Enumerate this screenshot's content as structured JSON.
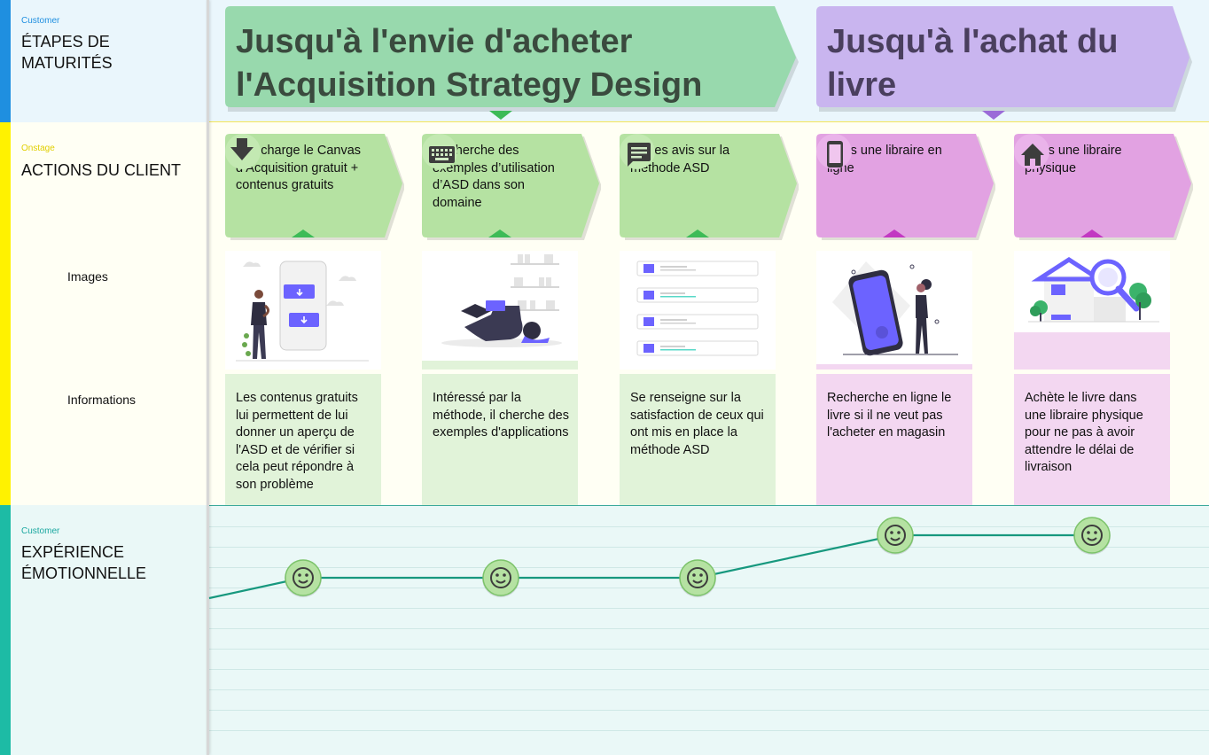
{
  "lanes": {
    "stages": {
      "tag": "Customer",
      "title": "ÉTAPES DE MATURITÉS",
      "tag_color": "#1f8fe0"
    },
    "actions": {
      "tag": "Onstage",
      "title": "ACTIONS DU CLIENT",
      "tag_color": "#e1cf00",
      "sub_images": "Images",
      "sub_info": "Informations"
    },
    "emotion": {
      "tag": "Customer",
      "title": "EXPÉRIENCE ÉMOTIONNELLE",
      "tag_color": "#1aa7a0"
    }
  },
  "stages": [
    {
      "title": "Jusqu'à l'envie d'acheter l'Acquisition Strategy Design",
      "color": "#98d9ad",
      "text_color": "#3a4a3e",
      "pointer": "#3dbb57"
    },
    {
      "title": "Jusqu'à l'achat du livre",
      "color": "#c9b5ef",
      "text_color": "#4a3f5e",
      "pointer": "#9b6bd8"
    }
  ],
  "steps": [
    {
      "action": "Télécharge le Canvas d’Acquisition gratuit + contenus gratuits",
      "icon": "download-icon",
      "info": "Les contenus gratuits lui permettent de lui donner un aperçu de l'ASD et de vérifier si cela peut répondre à son problème",
      "image": "person-phone-illustration",
      "phase": "green",
      "emotion": "smile"
    },
    {
      "action": "Recherche des exemples d’utilisation d’ASD dans son domaine",
      "icon": "keyboard-icon",
      "info": "Intéressé par la méthode, il cherche des exemples d'applications",
      "image": "person-laptop-illustration",
      "phase": "green",
      "emotion": "smile"
    },
    {
      "action": "Lit des avis sur la méthode ASD",
      "icon": "comment-icon",
      "info": "Se renseigne sur la satisfaction de ceux qui ont mis en place la méthode ASD",
      "image": "reviews-list-illustration",
      "phase": "green",
      "emotion": "smile"
    },
    {
      "action": "Dans une libraire en ligne",
      "icon": "smartphone-icon",
      "info": "Recherche en ligne le livre si il ne veut pas l'acheter en magasin",
      "image": "woman-phone-illustration",
      "phase": "purple",
      "emotion": "smile"
    },
    {
      "action": "Dans une libraire physique",
      "icon": "home-icon",
      "info": "Achète le livre dans une libraire physique pour ne pas à avoir attendre le délai de livraison",
      "image": "house-search-illustration",
      "phase": "purple",
      "emotion": "smile"
    }
  ],
  "emotion_levels": [
    1,
    1,
    1,
    2,
    2
  ],
  "colors": {
    "green_card": "#b5e2a2",
    "green_info": "#e1f3d9",
    "green_pointer": "#3dbb57",
    "purple_card": "#e2a2e2",
    "purple_info": "#f3d7f1",
    "purple_pointer": "#c238c2",
    "emotion_line": "#17987e",
    "emotion_face": "#b5e2a2",
    "emotion_stroke": "#7cc36a"
  }
}
